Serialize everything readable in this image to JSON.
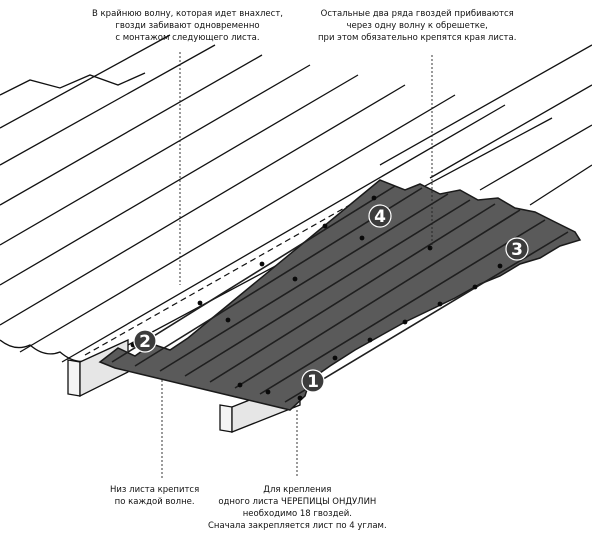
{
  "notes": {
    "top_left": [
      "В крайнюю волну, которая идет внахлест,",
      "гвозди забивают одновременно",
      "с монтажом следующего листа."
    ],
    "top_right": [
      "Остальные два ряда гвоздей прибиваются",
      "через одну волну к обрешетке,",
      "при этом обязательно крепятся края листа."
    ],
    "bottom_left": [
      "Низ листа крепится",
      "по каждой волне."
    ],
    "bottom_center": [
      "Для крепления",
      "одного листа ЧЕРЕПИЦЫ ОНДУЛИН",
      "необходимо 18 гвоздей.",
      "Сначала закрепляется лист по 4 углам."
    ]
  },
  "markers": [
    {
      "label": "1"
    },
    {
      "label": "2"
    },
    {
      "label": "3"
    },
    {
      "label": "4"
    }
  ],
  "colors": {
    "sheet_fill": "#5a5a5a",
    "sheet_stroke": "#1a1a1a",
    "line": "#111111",
    "marker_fill": "#3c3c3c"
  }
}
